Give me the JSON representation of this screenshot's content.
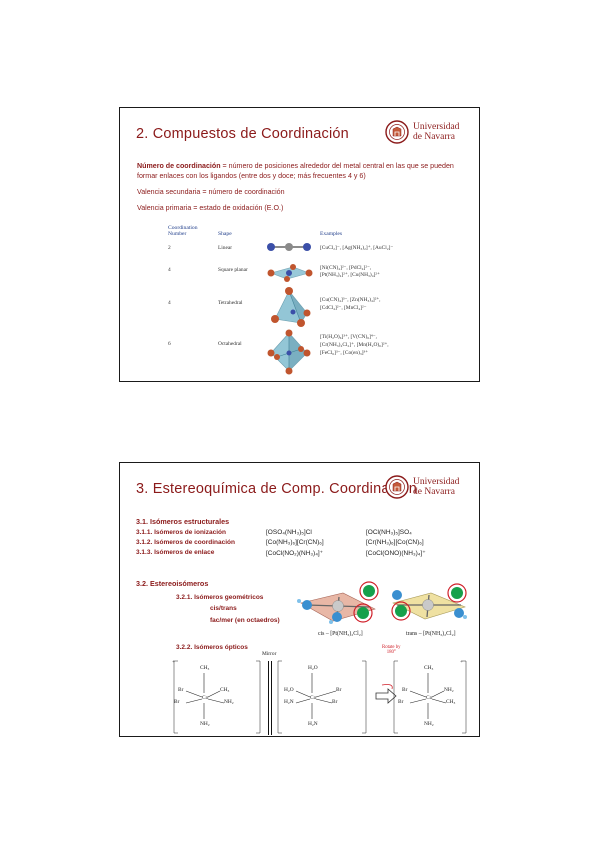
{
  "slide1": {
    "title": "2. Compuestos de Coordinación",
    "logo": {
      "line1": "Universidad",
      "line2": "de Navarra"
    },
    "def_term": "Número de coordinación",
    "def_eq": " = ",
    "def_text": " número de posiciones alrededor del metal central en las que se pueden formar enlaces con los ligandos (entre dos y doce; más frecuentes 4 y 6)",
    "valence_secondary": "Valencia secundaria = número de coordinación",
    "valence_primary": "Valencia primaria = estado de oxidación (E.O.)",
    "table": {
      "col_number": [
        "Coordination",
        "Number"
      ],
      "col_shape": "Shape",
      "col_examples": "Examples",
      "rows": [
        {
          "number": "2",
          "shape": "Linear",
          "examples": [
            "[CuCl₂]⁻, [Ag(NH₃)₂]⁺, [AuCl₂]⁻"
          ]
        },
        {
          "number": "4",
          "shape": "Square planar",
          "examples": [
            "[Ni(CN)₄]²⁻, [PdCl₄]²⁻,",
            "[Pt(NH₃)₄]²⁺, [Cu(NH₃)₄]²⁺"
          ]
        },
        {
          "number": "4",
          "shape": "Tetrahedral",
          "examples": [
            "[Cu(CN)₄]³⁻, [Zn(NH₃)₄]²⁺,",
            "[CdCl₄]²⁻, [MnCl₄]²⁻"
          ]
        },
        {
          "number": "6",
          "shape": "Octahedral",
          "examples": [
            "[Ti(H₂O)₆]³⁺, [V(CN)₆]⁴⁻,",
            "[Cr(NH₃)₄Cl₂]⁺, [Mn(H₂O)₆]²⁺,",
            "[FeCl₆]³⁻, [Co(en)₃]³⁺"
          ]
        }
      ]
    }
  },
  "slide2": {
    "title": "3. Estereoquímica de Comp. Coordinación",
    "logo": {
      "line1": "Universidad",
      "line2": "de Navarra"
    },
    "sec31": "3.1. Isómeros estructurales",
    "items": [
      {
        "label": "3.1.1. Isómeros de ionización",
        "ex1": "[OSO₄(NH₃)₅]Cl",
        "ex2": "[OCl(NH₃)₅]SO₄"
      },
      {
        "label": "3.1.2. Isómeros de coordinación",
        "ex1": "[Co(NH₃)₆][Cr(CN)₆]",
        "ex2": "[Cr(NH₃)₆][Co(CN)₆]"
      },
      {
        "label": "3.1.3. Isómeros de enlace",
        "ex1": "[CoCl(NO₂)(NH₃)₄]⁺",
        "ex2": "[CoCl(ONO)(NH₃)₄]⁺"
      }
    ],
    "sec32": "3.2. Estereoisómeros",
    "sec321": "3.2.1. Isómeros geométricos",
    "cistrans": "cis/trans",
    "facmer": "fac/mer (en octaedros)",
    "cis_caption": "cis – [Pt(NH₃)₂Cl₂]",
    "trans_caption": "trans – [Pt(NH₃)₂Cl₂]",
    "sec322": "3.2.2. Isómeros ópticos",
    "mirror": "Mirror",
    "rotate": [
      "Rotate by",
      "180°"
    ],
    "mol_left": {
      "top": "CH₃",
      "ul": "Br",
      "ur": "CH₃",
      "ml": "Br",
      "mr": "NH₂",
      "bottom": "NH₂",
      "metal": "Co"
    },
    "mol_mid": {
      "top": "H₂O",
      "ul": "H₂O",
      "ur": "Br",
      "ml": "H₂N",
      "mr": "Br",
      "bottom": "H₂N",
      "metal": "Co"
    },
    "mol_right": {
      "top": "CH₃",
      "ul": "Br",
      "ur": "NH₂",
      "ml": "Br",
      "mr": "CH₃",
      "bottom": "NH₂",
      "metal": "Co"
    },
    "charge": "+"
  }
}
